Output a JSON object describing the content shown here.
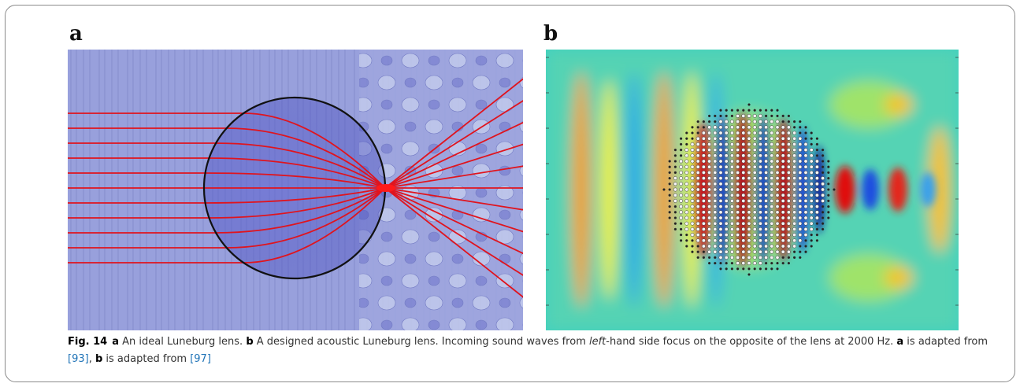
{
  "panels": {
    "a_letter": "a",
    "b_letter": "b"
  },
  "caption": {
    "fig_label": "Fig. 14",
    "a1": "a",
    "t1": " An ideal Luneburg lens. ",
    "b1": "b",
    "t2": " A designed acoustic Luneburg lens. Incoming sound waves from ",
    "italic": "left",
    "t3": "-hand side focus on the opposite of the lens at 2000 Hz. ",
    "a2": "a",
    "t4": " is adapted from ",
    "ref1": "[93]",
    "t5": ", ",
    "b2": "b",
    "t6": " is adapted from ",
    "ref2": "[97]"
  },
  "colors": {
    "ray": "#e0141e",
    "lens_outline": "#111111",
    "caption_text": "#333333",
    "reference_link": "#1f73b7",
    "frame_border": "#8a8a8a"
  }
}
